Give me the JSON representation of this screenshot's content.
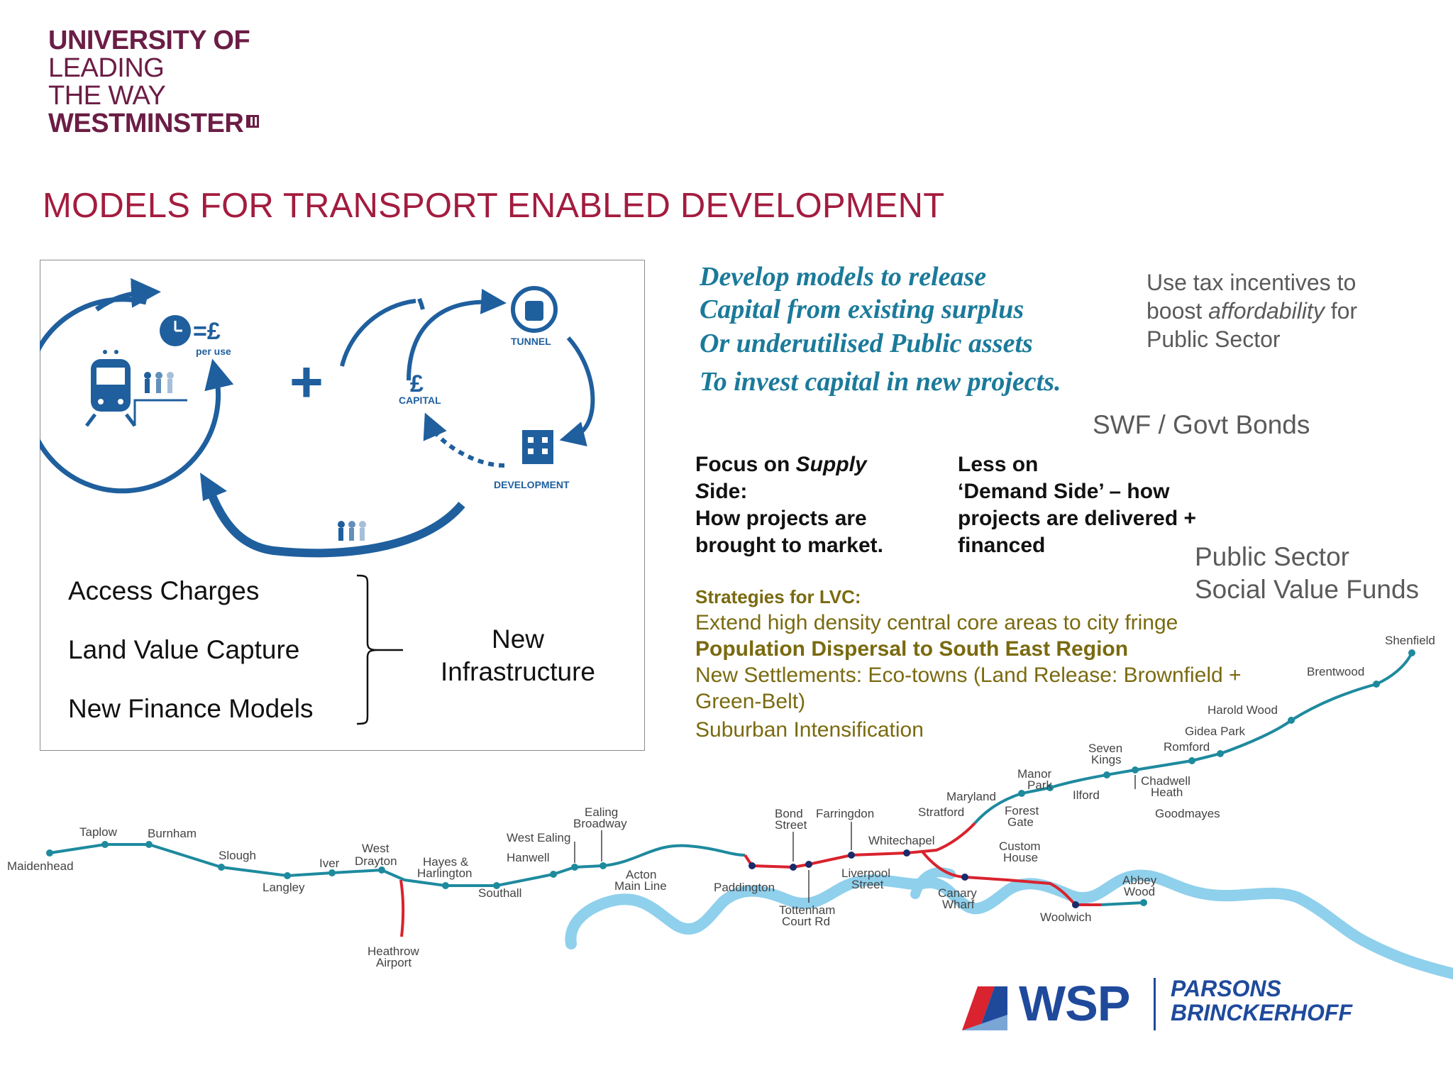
{
  "logo": {
    "line1": "UNIVERSITY OF",
    "line2": "LEADING",
    "line3": "THE WAY",
    "line4": "WESTMINSTER"
  },
  "title": "MODELS FOR TRANSPORT ENABLED DEVELOPMENT",
  "diagram": {
    "price_label": "=£",
    "per_use": "per use",
    "tunnel": "TUNNEL",
    "capital_symbol": "£",
    "capital": "CAPITAL",
    "development": "DEVELOPMENT",
    "plus": "+",
    "list": [
      "Access Charges",
      "Land Value Capture",
      "New Finance Models"
    ],
    "new_infra_1": "New",
    "new_infra_2": "Infrastructure"
  },
  "blue_text": [
    "Develop models to release",
    "Capital from existing surplus",
    "Or underutilised Public assets",
    "To invest capital in new projects."
  ],
  "tax": [
    "Use tax incentives to",
    "boost ",
    "affordability",
    " for",
    "Public Sector"
  ],
  "swf": "SWF / Govt Bonds",
  "supply": {
    "l1a": "Focus on ",
    "l1b": "Supply",
    "l2a": "S",
    "l2b": "ide",
    "l2c": ":",
    "l3": "How projects are",
    "l4": "brought to market."
  },
  "demand": [
    "Less on",
    "‘Demand Side’ – how",
    "projects are delivered +",
    "financed"
  ],
  "public_sector": [
    "Public Sector",
    "Social Value Funds"
  ],
  "strategies": {
    "heading": "Strategies for LVC:",
    "items": [
      "Extend high density central core areas to city fringe",
      "Population Dispersal to South East Region",
      "New Settlements: Eco-towns (Land Release: Brownfield +",
      "Green-Belt)",
      "Suburban Intensification"
    ]
  },
  "stations": [
    {
      "id": "maidenhead",
      "label": [
        "Maidenhead"
      ]
    },
    {
      "id": "taplow",
      "label": [
        "Taplow"
      ]
    },
    {
      "id": "burnham",
      "label": [
        "Burnham"
      ]
    },
    {
      "id": "slough",
      "label": [
        "Slough"
      ]
    },
    {
      "id": "langley",
      "label": [
        "Langley"
      ]
    },
    {
      "id": "iver",
      "label": [
        "Iver"
      ]
    },
    {
      "id": "west-drayton",
      "label": [
        "West",
        "Drayton"
      ]
    },
    {
      "id": "hayes",
      "label": [
        "Hayes &",
        "Harlington"
      ]
    },
    {
      "id": "southall",
      "label": [
        "Southall"
      ]
    },
    {
      "id": "hanwell",
      "label": [
        "Hanwell"
      ]
    },
    {
      "id": "west-ealing",
      "label": [
        "West Ealing"
      ]
    },
    {
      "id": "ealing-broadway",
      "label": [
        "Ealing",
        "Broadway"
      ]
    },
    {
      "id": "acton",
      "label": [
        "Acton",
        "Main Line"
      ]
    },
    {
      "id": "paddington",
      "label": [
        "Paddington"
      ]
    },
    {
      "id": "bond-street",
      "label": [
        "Bond",
        "Street"
      ]
    },
    {
      "id": "tottenham",
      "label": [
        "Tottenham",
        "Court Rd"
      ]
    },
    {
      "id": "farringdon",
      "label": [
        "Farringdon"
      ]
    },
    {
      "id": "liverpool",
      "label": [
        "Liverpool",
        "Street"
      ]
    },
    {
      "id": "whitechapel",
      "label": [
        "Whitechapel"
      ]
    },
    {
      "id": "canary",
      "label": [
        "Canary",
        "Wharf"
      ]
    },
    {
      "id": "custom-house",
      "label": [
        "Custom",
        "House"
      ]
    },
    {
      "id": "woolwich",
      "label": [
        "Woolwich"
      ]
    },
    {
      "id": "abbey-wood",
      "label": [
        "Abbey",
        "Wood"
      ]
    },
    {
      "id": "stratford",
      "label": [
        "Stratford"
      ]
    },
    {
      "id": "maryland",
      "label": [
        "Maryland"
      ]
    },
    {
      "id": "forest-gate",
      "label": [
        "Forest",
        "Gate"
      ]
    },
    {
      "id": "manor-park",
      "label": [
        "Manor",
        "Park"
      ]
    },
    {
      "id": "ilford",
      "label": [
        "Ilford"
      ]
    },
    {
      "id": "seven-kings",
      "label": [
        "Seven",
        "Kings"
      ]
    },
    {
      "id": "goodmayes",
      "label": [
        "Goodmayes"
      ]
    },
    {
      "id": "chadwell",
      "label": [
        "Chadwell",
        "Heath"
      ]
    },
    {
      "id": "romford",
      "label": [
        "Romford"
      ]
    },
    {
      "id": "gidea",
      "label": [
        "Gidea Park"
      ]
    },
    {
      "id": "harold",
      "label": [
        "Harold Wood"
      ]
    },
    {
      "id": "brentwood",
      "label": [
        "Brentwood"
      ]
    },
    {
      "id": "shenfield",
      "label": [
        "Shenfield"
      ]
    },
    {
      "id": "heathrow",
      "label": [
        "Heathrow",
        "Airport"
      ]
    }
  ],
  "wsp": {
    "name": "WSP",
    "partner1": "PARSONS",
    "partner2": "BRINCKERHOFF"
  },
  "colors": {
    "maroon": "#6b1d45",
    "title_red": "#a31c3f",
    "teal": "#1b7a9a",
    "line_teal": "#1e8a9e",
    "crossrail_red": "#d9232e",
    "river": "#8fd0ec",
    "olive": "#7a6a10",
    "wsp_blue": "#1f4a9c"
  }
}
